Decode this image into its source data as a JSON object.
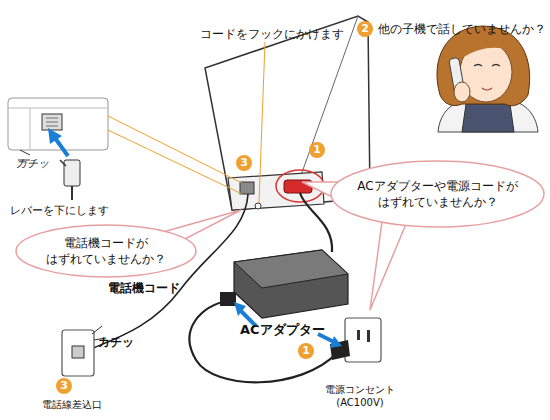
{
  "diagram": {
    "nodes": [
      {
        "text": [
          "電話機コードが はずれていませんか？"
        ]
      },
      {
        "text": [
          "ACアダプターや電源コードが はずれていませんか？"
        ]
      }
    ],
    "labels": [
      "コードをフックにかけます",
      "2",
      "他の子機で話していませんか？",
      "カチッ",
      "レバーを下にします",
      "3",
      "1",
      "電話機コード",
      "ACアダプター",
      "1",
      "カチッ",
      "3",
      "電話線差込口",
      "電源コンセント (AC100V)"
    ]
  }
}
